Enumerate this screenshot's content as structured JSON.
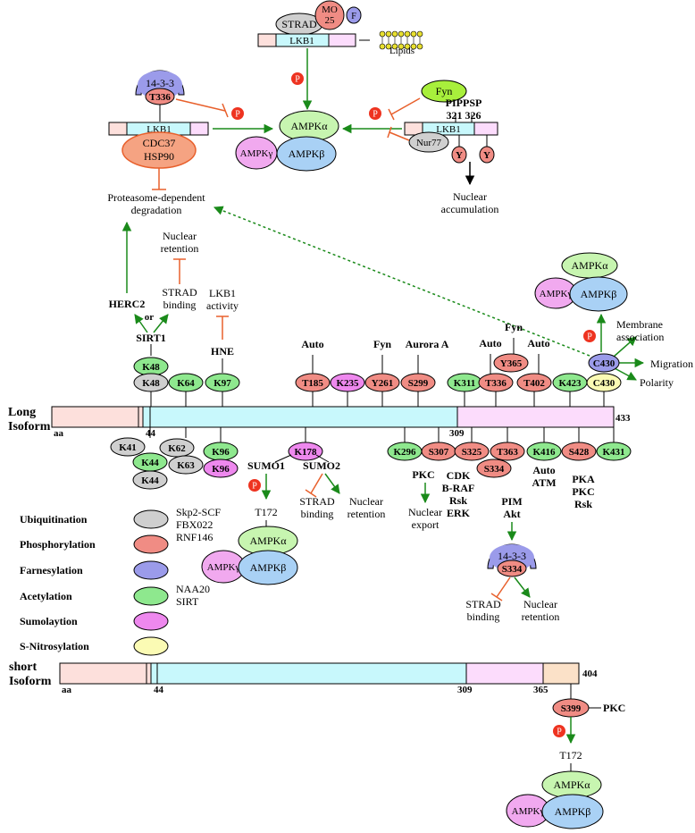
{
  "colors": {
    "ubiquitination": "#cfcfcf",
    "phosphorylation": "#f08c84",
    "farnesylation": "#9b9bea",
    "acetylation": "#8ee88e",
    "sumoylation": "#ee88ee",
    "nitrosylation": "#fbfbb4",
    "seg_n_term": "#fde0dc",
    "seg_kinase": "#c8f8fc",
    "seg_c_term": "#fcdcfc",
    "seg_short_tail": "#fbe1c8",
    "ampk_alpha": "#c7f5b0",
    "ampk_beta": "#a9d1f5",
    "ampk_gamma": "#f1a9ef",
    "phospho_badge": "#ee3320",
    "activation_arrow": "#1a8a1a",
    "inhibition_line": "#e8602c",
    "lipid": "#e8e030"
  },
  "top": {
    "strad": "STRAD",
    "mo25_line1": "MO",
    "mo25_line2": "25",
    "farnesyl": "F",
    "lkb1": "LKB1",
    "lipids": "Lipids",
    "p": "P",
    "fyn": "Fyn",
    "fyn_sites_top": "PIPPSP",
    "fyn_sites_bottom": "321 326",
    "nur77": "Nur77",
    "y": "Y",
    "nuclear_accumulation_1": "Nuclear",
    "nuclear_accumulation_2": "accumulation",
    "protein_1433": "14-3-3",
    "t336": "T336",
    "cdc37": "CDC37",
    "hsp90": "HSP90",
    "proteasome_1": "Proteasome-dependent",
    "proteasome_2": "degradation",
    "ampk_alpha": "AMPKα",
    "ampk_beta": "AMPKβ",
    "ampk_gamma": "AMPKγ"
  },
  "middle": {
    "nuclear_retention_1": "Nuclear",
    "nuclear_retention_2": "retention",
    "strad_binding_1": "STRAD",
    "strad_binding_2": "binding",
    "lkb1_activity_1": "LKB1",
    "lkb1_activity_2": "activity",
    "herc2": "HERC2",
    "or": "or",
    "sirt1": "SIRT1",
    "hne": "HNE",
    "membrane_1": "Membrane",
    "membrane_2": "association",
    "migration": "Migration",
    "polarity": "Polarity"
  },
  "long_isoform": {
    "label_1": "Long",
    "label_2": "Isoform",
    "aa": "aa",
    "pos_44": "44",
    "pos_309": "309",
    "pos_433": "433",
    "above_sites": [
      {
        "label": "K48",
        "type": "acetylation"
      },
      {
        "label": "K48",
        "type": "ubiquitination"
      },
      {
        "label": "K64",
        "type": "acetylation"
      },
      {
        "label": "K97",
        "type": "acetylation"
      },
      {
        "label": "T185",
        "type": "phosphorylation"
      },
      {
        "label": "K235",
        "type": "sumoylation"
      },
      {
        "label": "Y261",
        "type": "phosphorylation"
      },
      {
        "label": "S299",
        "type": "phosphorylation"
      },
      {
        "label": "K311",
        "type": "acetylation"
      },
      {
        "label": "T336",
        "type": "phosphorylation"
      },
      {
        "label": "Y365",
        "type": "phosphorylation"
      },
      {
        "label": "T402",
        "type": "phosphorylation"
      },
      {
        "label": "K423",
        "type": "acetylation"
      },
      {
        "label": "C430",
        "type": "nitrosylation"
      },
      {
        "label": "C430",
        "type": "farnesylation"
      }
    ],
    "above_kinases": [
      "Auto",
      "Fyn",
      "Aurora A",
      "Auto",
      "Fyn",
      "Auto"
    ],
    "below_sites": [
      {
        "label": "K41",
        "type": "ubiquitination"
      },
      {
        "label": "K44",
        "type": "acetylation"
      },
      {
        "label": "K44",
        "type": "ubiquitination"
      },
      {
        "label": "K62",
        "type": "ubiquitination"
      },
      {
        "label": "K63",
        "type": "ubiquitination"
      },
      {
        "label": "K96",
        "type": "acetylation"
      },
      {
        "label": "K96",
        "type": "sumoylation"
      },
      {
        "label": "K178",
        "type": "sumoylation"
      },
      {
        "label": "K296",
        "type": "acetylation"
      },
      {
        "label": "S307",
        "type": "phosphorylation"
      },
      {
        "label": "S325",
        "type": "phosphorylation"
      },
      {
        "label": "T363",
        "type": "phosphorylation"
      },
      {
        "label": "S334",
        "type": "phosphorylation"
      },
      {
        "label": "K416",
        "type": "acetylation"
      },
      {
        "label": "S428",
        "type": "phosphorylation"
      },
      {
        "label": "K431",
        "type": "acetylation"
      }
    ],
    "sumo1": "SUMO1",
    "sumo2": "SUMO2",
    "t172": "T172",
    "strad_binding_1": "STRAD",
    "strad_binding_2": "binding",
    "nuclear_retention_1": "Nuclear",
    "nuclear_retention_2": "retention",
    "pkc": "PKC",
    "nuclear_export_1": "Nuclear",
    "nuclear_export_2": "export",
    "cdk": "CDK",
    "braf": "B-RAF",
    "rsk": "Rsk",
    "erk": "ERK",
    "auto": "Auto",
    "atm": "ATM",
    "pim": "PIM",
    "akt": "Akt",
    "pka": "PKA",
    "pkc2": "PKC",
    "rsk2": "Rsk",
    "protein_1433": "14-3-3",
    "s334": "S334",
    "strad_binding2_1": "STRAD",
    "strad_binding2_2": "binding",
    "nuclear_retention2_1": "Nuclear",
    "nuclear_retention2_2": "retention"
  },
  "legend": {
    "items": [
      {
        "label": "Ubiquitination",
        "type": "ubiquitination",
        "note": [
          "Skp2-SCF",
          "FBX022",
          "RNF146"
        ]
      },
      {
        "label": "Phosphorylation",
        "type": "phosphorylation",
        "note": []
      },
      {
        "label": "Farnesylation",
        "type": "farnesylation",
        "note": []
      },
      {
        "label": "Acetylation",
        "type": "acetylation",
        "note": [
          "NAA20",
          "SIRT"
        ]
      },
      {
        "label": "Sumolaytion",
        "type": "sumoylation",
        "note": []
      },
      {
        "label": "S-Nitrosylation",
        "type": "nitrosylation",
        "note": []
      }
    ]
  },
  "short_isoform": {
    "label_1": "short",
    "label_2": "Isoform",
    "aa": "aa",
    "pos_44": "44",
    "pos_309": "309",
    "pos_365": "365",
    "pos_404": "404",
    "s399": "S399",
    "pkc": "PKC",
    "t172": "T172"
  }
}
